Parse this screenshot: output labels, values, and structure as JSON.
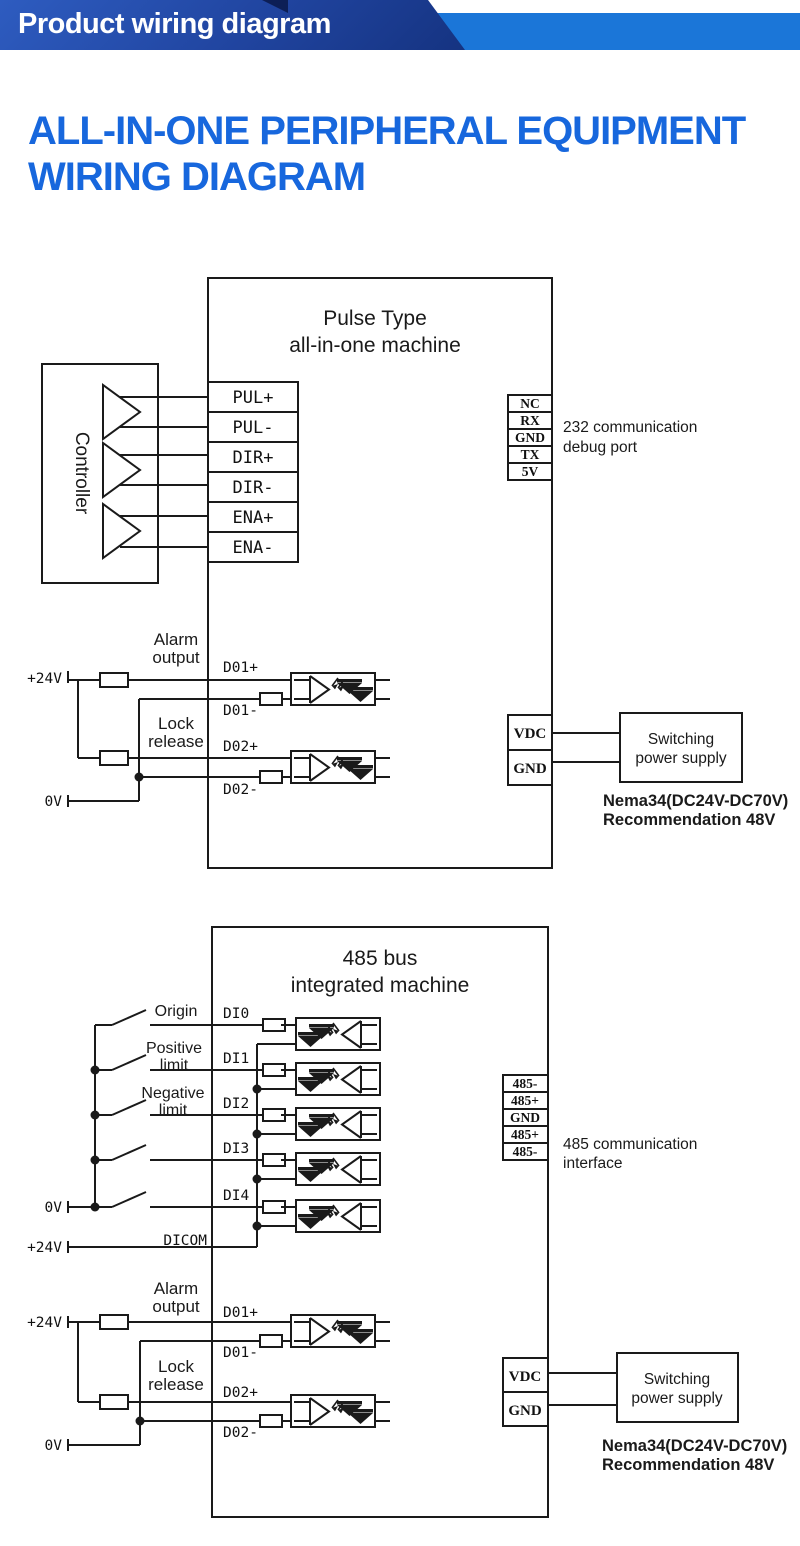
{
  "header": {
    "banner": "Product wiring diagram"
  },
  "title": {
    "line1": "ALL-IN-ONE PERIPHERAL EQUIPMENT",
    "line2": "WIRING DIAGRAM"
  },
  "colors": {
    "banner_dark_blue": "#20449f",
    "banner_light_blue": "#1b76d8",
    "title_blue": "#1767dd",
    "diagram_line": "#1a1a1a"
  },
  "diagram1": {
    "title_line1": "Pulse Type",
    "title_line2": "all-in-one machine",
    "controller_label": "Controller",
    "terminals": [
      "PUL+",
      "PUL-",
      "DIR+",
      "DIR-",
      "ENA+",
      "ENA-"
    ],
    "comm_pins": [
      "NC",
      "RX",
      "GND",
      "TX",
      "5V"
    ],
    "comm_label_line1": "232 communication",
    "comm_label_line2": "debug port",
    "alarm_line1": "Alarm",
    "alarm_line2": "output",
    "lock_line1": "Lock",
    "lock_line2": "release",
    "v24": "+24V",
    "v0": "0V",
    "do_labels": [
      "D01+",
      "D01-",
      "D02+",
      "D02-"
    ],
    "power_pins": [
      "VDC",
      "GND"
    ],
    "psu_line1": "Switching",
    "psu_line2": "power supply",
    "nema_line1": "Nema34(DC24V-DC70V)",
    "nema_line2": "Recommendation 48V"
  },
  "diagram2": {
    "title_line1": "485 bus",
    "title_line2": "integrated machine",
    "inputs": {
      "origin": "Origin",
      "positive_line1": "Positive",
      "positive_line2": "limit",
      "negative_line1": "Negative",
      "negative_line2": "limit"
    },
    "di_pins": [
      "DI0",
      "DI1",
      "DI2",
      "DI3",
      "DI4"
    ],
    "dicom_label": "DICOM",
    "di_v0": "0V",
    "di_v24": "+24V",
    "comm_pins": [
      "485-",
      "485+",
      "GND",
      "485+",
      "485-"
    ],
    "comm_label_line1": "485 communication",
    "comm_label_line2": "interface",
    "alarm_line1": "Alarm",
    "alarm_line2": "output",
    "lock_line1": "Lock",
    "lock_line2": "release",
    "v24": "+24V",
    "v0": "0V",
    "do_labels": [
      "D01+",
      "D01-",
      "D02+",
      "D02-"
    ],
    "power_pins": [
      "VDC",
      "GND"
    ],
    "psu_line1": "Switching",
    "psu_line2": "power supply",
    "nema_line1": "Nema34(DC24V-DC70V)",
    "nema_line2": "Recommendation 48V"
  }
}
